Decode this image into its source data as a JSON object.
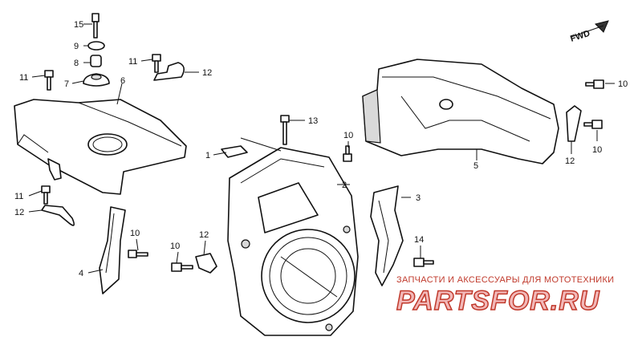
{
  "callouts": {
    "c1": "1",
    "c2": "2",
    "c3": "3",
    "c4": "4",
    "c5": "5",
    "c6": "6",
    "c7": "7",
    "c8": "8",
    "c9": "9",
    "c10a": "10",
    "c10b": "10",
    "c10c": "10",
    "c10d": "10",
    "c10e": "10",
    "c11a": "11",
    "c11b": "11",
    "c11c": "11",
    "c12a": "12",
    "c12b": "12",
    "c12c": "12",
    "c12d": "12",
    "c13": "13",
    "c14": "14",
    "c15": "15"
  },
  "direction_label": "FWD",
  "watermark": {
    "caption": "ЗАПЧАСТИ И АКСЕССУАРЫ ДЛЯ МОТОТЕХНИКИ",
    "logo": "PARTSFOR.RU",
    "color": "#c0392b"
  }
}
